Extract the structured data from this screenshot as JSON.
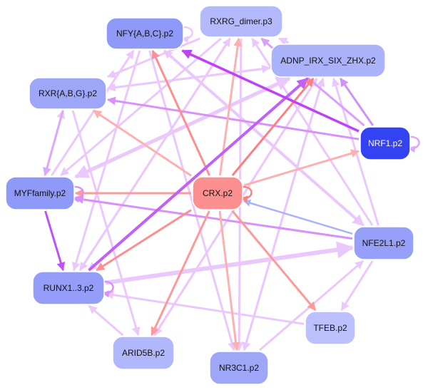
{
  "diagram": {
    "title": "Motif regulatory network",
    "nodes": [
      {
        "id": "NFY",
        "label": "NFY{A,B,C}.p2",
        "color": "#8f99f7"
      },
      {
        "id": "RXRG",
        "label": "RXRG_dimer.p3",
        "color": "#b4b9fb"
      },
      {
        "id": "ADNP",
        "label": "ADNP_IRX_SIX_ZHX.p2",
        "color": "#aab2fa"
      },
      {
        "id": "RXR",
        "label": "RXR{A,B,G}.p2",
        "color": "#9ea6f8"
      },
      {
        "id": "NRF1",
        "label": "NRF1.p2",
        "color": "#3443f2"
      },
      {
        "id": "MYF",
        "label": "MYFfamily.p2",
        "color": "#8f99f7"
      },
      {
        "id": "CRX",
        "label": "CRX.p2",
        "color": "#fc8f8f"
      },
      {
        "id": "NFE2L1",
        "label": "NFE2L1.p2",
        "color": "#97a0f8"
      },
      {
        "id": "RUNX",
        "label": "RUNX1..3.p2",
        "color": "#949df7"
      },
      {
        "id": "TFEB",
        "label": "TFEB.p2",
        "color": "#bcc0fc"
      },
      {
        "id": "ARID5B",
        "label": "ARID5B.p2",
        "color": "#b1b7fb"
      },
      {
        "id": "NR3C1",
        "label": "NR3C1.p2",
        "color": "#9ea6f8"
      }
    ],
    "edges": [
      {
        "from": "CRX",
        "to": "NFY",
        "color": "#fc8f8f",
        "weight": 3
      },
      {
        "from": "CRX",
        "to": "RXRG",
        "color": "#fdb0b0",
        "weight": 3
      },
      {
        "from": "CRX",
        "to": "ADNP",
        "color": "#fc8080",
        "weight": 3
      },
      {
        "from": "CRX",
        "to": "RXR",
        "color": "#fdb0b0",
        "weight": 3
      },
      {
        "from": "CRX",
        "to": "NRF1",
        "color": "#fdb0b0",
        "weight": 3
      },
      {
        "from": "CRX",
        "to": "MYF",
        "color": "#fc9a9a",
        "weight": 3
      },
      {
        "from": "CRX",
        "to": "RUNX",
        "color": "#fc8f8f",
        "weight": 3
      },
      {
        "from": "CRX",
        "to": "ARID5B",
        "color": "#fc9a9a",
        "weight": 3
      },
      {
        "from": "CRX",
        "to": "NR3C1",
        "color": "#fdb0b0",
        "weight": 3
      },
      {
        "from": "CRX",
        "to": "TFEB",
        "color": "#fc9a9a",
        "weight": 3
      },
      {
        "from": "NFE2L1",
        "to": "CRX",
        "color": "#aab2fa",
        "weight": 2.5
      },
      {
        "from": "NRF1",
        "to": "NFY",
        "color": "#c040f8",
        "weight": 3.5
      },
      {
        "from": "NRF1",
        "to": "RXR",
        "color": "#d890fa",
        "weight": 3
      },
      {
        "from": "NRF1",
        "to": "ADNP",
        "color": "#d090fa",
        "weight": 3
      },
      {
        "from": "NRF1",
        "to": "RXRG",
        "color": "#d8a0fa",
        "weight": 3
      },
      {
        "from": "NFE2L1",
        "to": "MYF",
        "color": "#d890fa",
        "weight": 3
      },
      {
        "from": "NFE2L1",
        "to": "ADNP",
        "color": "#ebc8fc",
        "weight": 3
      },
      {
        "from": "NFE2L1",
        "to": "TFEB",
        "color": "#ebc8fc",
        "weight": 3
      },
      {
        "from": "NFE2L1",
        "to": "NFY",
        "color": "#ebc8fc",
        "weight": 3
      },
      {
        "from": "RUNX",
        "to": "NFE2L1",
        "color": "#ebc8fc",
        "weight": 6
      },
      {
        "from": "RUNX",
        "to": "ADNP",
        "color": "#c060f8",
        "weight": 4
      },
      {
        "from": "RUNX",
        "to": "RXRG",
        "color": "#ebc8fc",
        "weight": 3
      },
      {
        "from": "MYF",
        "to": "RUNX",
        "color": "#c050f8",
        "weight": 3
      },
      {
        "from": "RXR",
        "to": "MYF",
        "color": "#dca8fa",
        "weight": 3
      },
      {
        "from": "MYF",
        "to": "RXR",
        "color": "#ebc8fc",
        "weight": 3
      },
      {
        "from": "MYF",
        "to": "NFY",
        "color": "#ebc8fc",
        "weight": 3
      },
      {
        "from": "MYF",
        "to": "ADNP",
        "color": "#ebc8fc",
        "weight": 5
      },
      {
        "from": "ADNP",
        "to": "MYF",
        "color": "#ebc8fc",
        "weight": 5
      },
      {
        "from": "ADNP",
        "to": "RXR",
        "color": "#ebc8fc",
        "weight": 3
      },
      {
        "from": "ADNP",
        "to": "RXRG",
        "color": "#ebc8fc",
        "weight": 3
      },
      {
        "from": "ADNP",
        "to": "NR3C1",
        "color": "#ebc8fc",
        "weight": 3
      },
      {
        "from": "ADNP",
        "to": "ARID5B",
        "color": "#ebc8fc",
        "weight": 3
      },
      {
        "from": "ADNP",
        "to": "RUNX",
        "color": "#ebc8fc",
        "weight": 3
      },
      {
        "from": "RXRG",
        "to": "RUNX",
        "color": "#ebc8fc",
        "weight": 3
      },
      {
        "from": "RXRG",
        "to": "RXR",
        "color": "#ebc8fc",
        "weight": 3
      },
      {
        "from": "RXRG",
        "to": "MYF",
        "color": "#ebc8fc",
        "weight": 3
      },
      {
        "from": "RXRG",
        "to": "NR3C1",
        "color": "#ebc8fc",
        "weight": 3
      },
      {
        "from": "NFY",
        "to": "NFE2L1",
        "color": "#ebc8fc",
        "weight": 4
      },
      {
        "from": "NFY",
        "to": "NR3C1",
        "color": "#ebc8fc",
        "weight": 3
      },
      {
        "from": "NFY",
        "to": "RUNX",
        "color": "#ebc8fc",
        "weight": 3
      },
      {
        "from": "RXR",
        "to": "ADNP",
        "color": "#ebc8fc",
        "weight": 3
      },
      {
        "from": "RXR",
        "to": "ARID5B",
        "color": "#ebc8fc",
        "weight": 3
      },
      {
        "from": "ARID5B",
        "to": "RUNX",
        "color": "#ebc8fc",
        "weight": 3
      },
      {
        "from": "ARID5B",
        "to": "ADNP",
        "color": "#ebc8fc",
        "weight": 3
      },
      {
        "from": "TFEB",
        "to": "RUNX",
        "color": "#ebc8fc",
        "weight": 3
      },
      {
        "from": "NR3C1",
        "to": "NFE2L1",
        "color": "#ebc8fc",
        "weight": 3
      },
      {
        "from": "NR3C1",
        "to": "ADNP",
        "color": "#ebc8fc",
        "weight": 3
      },
      {
        "from": "NFE2L1",
        "to": "RXRG",
        "color": "#ebc8fc",
        "weight": 3
      }
    ],
    "self_loops": [
      {
        "node": "NFY",
        "color": "#ebc8fc"
      },
      {
        "node": "NRF1",
        "color": "#dca8fa"
      },
      {
        "node": "MYF",
        "color": "#d890fa"
      },
      {
        "node": "CRX",
        "color": "#fc8080"
      },
      {
        "node": "RUNX",
        "color": "#d890fa"
      }
    ]
  }
}
